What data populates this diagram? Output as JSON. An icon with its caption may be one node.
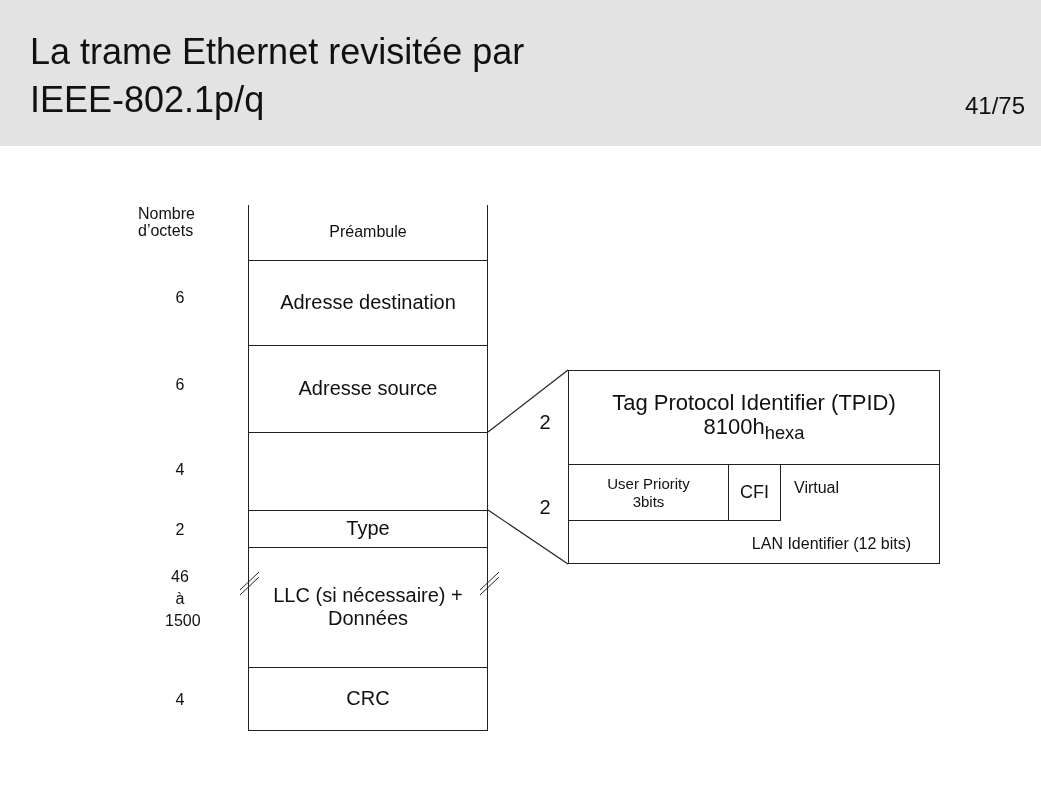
{
  "diagram": {
    "title": "La trame Ethernet revisitée par IEEE-802.1p/q",
    "nodes": [
      {
        "text": [
          "Préambule"
        ]
      },
      {
        "text": [
          "Adresse destination"
        ]
      },
      {
        "text": [
          "Adresse source"
        ]
      },
      {
        "text": [],
        "shape": "box"
      },
      {
        "text": [
          "Type"
        ]
      },
      {
        "text": [
          "LLC (si nécessaire) + Données"
        ]
      },
      {
        "text": [
          "CRC"
        ]
      },
      {
        "text": [],
        "shape": "box"
      },
      {
        "text": [
          "Tag Protocol Identifier (TPID) 8100h$_{hexa}$"
        ],
        "in": 7
      },
      {
        "text": [
          "User Priority 3bits"
        ],
        "in": 7
      },
      {
        "text": [
          "CFI"
        ],
        "in": 7
      },
      {
        "text": [
          "Virtual",
          "LAN Identifier (12 bits)"
        ],
        "in": 7
      }
    ],
    "edges": [
      {
        "from": 3,
        "to": 7,
        "arrow": "none"
      },
      {
        "from": 3,
        "to": 7,
        "arrow": "none"
      }
    ],
    "labels": [
      "41/75",
      "Nombre d’octets",
      "6",
      "6",
      "2",
      "4",
      "2",
      "2",
      "46 à 1500",
      "4"
    ]
  }
}
